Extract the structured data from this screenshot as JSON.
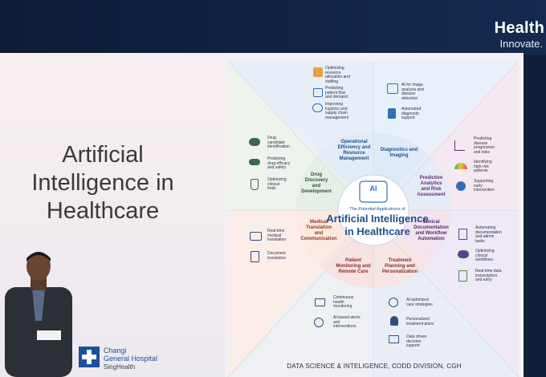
{
  "brand": {
    "name": "Health",
    "tagline": "Innovate."
  },
  "slide": {
    "title_lines": [
      "Artificial",
      "Intelligence in",
      "Healthcare"
    ],
    "logo": {
      "line1": "Changi",
      "line2": "General Hospital",
      "line3": "SingHealth"
    },
    "footer": "DATA SCIENCE & INTELIGENCE, CODD DIVISION, CGH"
  },
  "infographic": {
    "hub_pre": "The Potential Applications of",
    "hub_title_1": "Artificial Intelligence",
    "hub_title_2": "in Healthcare",
    "hub_icon": "AI",
    "sections": [
      {
        "label_lines": [
          "Operational",
          "Efficiency and",
          "Resource",
          "Management"
        ],
        "color": "#1f4e8c"
      },
      {
        "label_lines": [
          "Diagnostics and",
          "Imaging"
        ],
        "color": "#1f4e8c"
      },
      {
        "label_lines": [
          "Predictive",
          "Analytics",
          "and Risk",
          "Assessment"
        ],
        "color": "#6a2a6e"
      },
      {
        "label_lines": [
          "Clinical",
          "Documentation",
          "and Workflow",
          "Automation"
        ],
        "color": "#4a2f6e"
      },
      {
        "label_lines": [
          "Treatment",
          "Planning and",
          "Personalization"
        ],
        "color": "#8b2b2b"
      },
      {
        "label_lines": [
          "Patient",
          "Monitoring and",
          "Remote Care"
        ],
        "color": "#8b2b2b"
      },
      {
        "label_lines": [
          "Medical",
          "Translation",
          "and",
          "Communication"
        ],
        "color": "#8b3a1f"
      },
      {
        "label_lines": [
          "Drug",
          "Discovery",
          "and",
          "Development"
        ],
        "color": "#2f4f3a"
      }
    ],
    "items": {
      "operational": [
        {
          "lines": [
            "Optimizing",
            "resource",
            "allocation and",
            "staffing"
          ],
          "icon": "boxes-icon",
          "color": "#e6a04a"
        },
        {
          "lines": [
            "Predicting",
            "patient flow",
            "and demand"
          ],
          "icon": "flow-icon",
          "color": "#2f6fb5"
        },
        {
          "lines": [
            "Improving",
            "logistics and",
            "supply chain",
            "management"
          ],
          "icon": "chain-icon",
          "color": "#2f6fb5"
        }
      ],
      "diagnostics": [
        {
          "lines": [
            "AI for image",
            "analysis and",
            "disease",
            "detection"
          ],
          "icon": "image-scan-icon",
          "color": "#2f6fb5"
        },
        {
          "lines": [
            "Automated",
            "diagnostic",
            "support"
          ],
          "icon": "microscope-icon",
          "color": "#2f6fb5"
        }
      ],
      "predictive": [
        {
          "lines": [
            "Predicting",
            "disease",
            "progression",
            "and risks"
          ],
          "icon": "trend-chart-icon",
          "color": "#6a2a6e"
        },
        {
          "lines": [
            "Identifying",
            "high-risk",
            "patients"
          ],
          "icon": "gauge-icon",
          "color": "#d9534f"
        },
        {
          "lines": [
            "Supporting",
            "early",
            "intervention"
          ],
          "icon": "heart-hand-icon",
          "color": "#2f6fb5"
        }
      ],
      "documentation": [
        {
          "lines": [
            "Automating",
            "documentation",
            "and admin",
            "tasks"
          ],
          "icon": "document-icon",
          "color": "#4a4a8a"
        },
        {
          "lines": [
            "Optimizing",
            "clinical",
            "workflows"
          ],
          "icon": "people-network-icon",
          "color": "#4a4a8a"
        },
        {
          "lines": [
            "Real-time data",
            "transcription",
            "and entry"
          ],
          "icon": "clipboard-icon",
          "color": "#4a8a4a"
        }
      ],
      "treatment": [
        {
          "lines": [
            "AI-optimized",
            "care strategies"
          ],
          "icon": "network-icon",
          "color": "#2f4f7a"
        },
        {
          "lines": [
            "Personalized",
            "treatment plans"
          ],
          "icon": "person-icon",
          "color": "#2f4f7a"
        },
        {
          "lines": [
            "Data driven",
            "decision",
            "support"
          ],
          "icon": "presentation-icon",
          "color": "#2f4f7a"
        }
      ],
      "monitoring": [
        {
          "lines": [
            "Continuous",
            "health",
            "monitoring"
          ],
          "icon": "monitor-icon",
          "color": "#2f4f7a"
        },
        {
          "lines": [
            "AI-based alerts",
            "and",
            "interventions"
          ],
          "icon": "alert-icon",
          "color": "#2f4f7a"
        }
      ],
      "translation": [
        {
          "lines": [
            "Real-time",
            "medical",
            "translation"
          ],
          "icon": "translate-icon",
          "color": "#2f4f7a"
        },
        {
          "lines": [
            "Document",
            "translation"
          ],
          "icon": "document-translate-icon",
          "color": "#2f4f7a"
        }
      ],
      "drug": [
        {
          "lines": [
            "Drug",
            "candidate",
            "identification"
          ],
          "icon": "molecule-people-icon",
          "color": "#3a6a4a"
        },
        {
          "lines": [
            "Predicting",
            "drug efficacy",
            "and safety"
          ],
          "icon": "pill-hand-icon",
          "color": "#3a6a4a"
        },
        {
          "lines": [
            "Optimizing",
            "clinical",
            "trials"
          ],
          "icon": "vial-icon",
          "color": "#3a6a4a"
        }
      ]
    }
  }
}
